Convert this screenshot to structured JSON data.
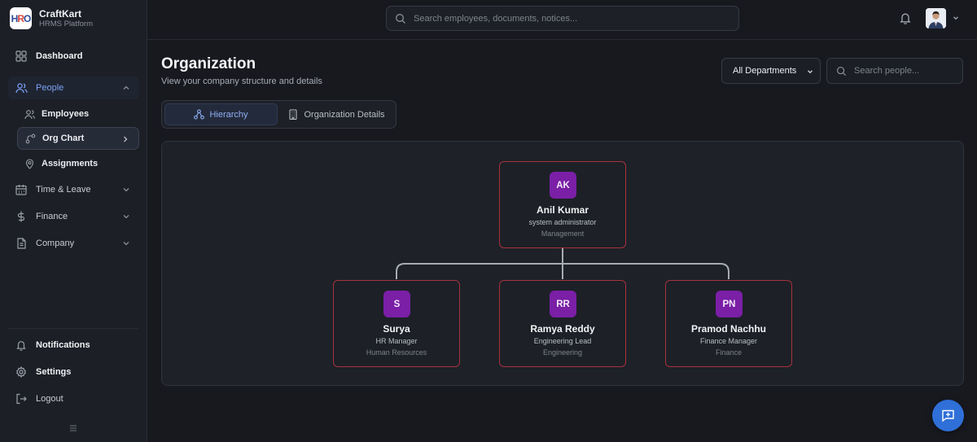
{
  "brand": {
    "logo": "HRO",
    "name": "CraftKart",
    "subtitle": "HRMS Platform"
  },
  "sidebar": {
    "items": [
      {
        "label": "Dashboard",
        "icon": "grid-icon"
      },
      {
        "label": "People",
        "icon": "users-icon",
        "expanded": true
      },
      {
        "label": "Time & Leave",
        "icon": "calendar-icon"
      },
      {
        "label": "Finance",
        "icon": "dollar-icon"
      },
      {
        "label": "Company",
        "icon": "document-icon"
      }
    ],
    "people_sub": [
      {
        "label": "Employees",
        "icon": "user-icon"
      },
      {
        "label": "Org Chart",
        "icon": "org-chart-icon",
        "active": true
      },
      {
        "label": "Assignments",
        "icon": "map-pin-icon"
      }
    ],
    "bottom": [
      {
        "label": "Notifications",
        "icon": "bell-icon"
      },
      {
        "label": "Settings",
        "icon": "gear-icon"
      },
      {
        "label": "Logout",
        "icon": "logout-icon"
      }
    ]
  },
  "topbar": {
    "search_placeholder": "Search employees, documents, notices..."
  },
  "page": {
    "title": "Organization",
    "subtitle": "View your company structure and details",
    "department_filter": "All Departments",
    "people_search_placeholder": "Search people..."
  },
  "tabs": [
    {
      "label": "Hierarchy",
      "active": true
    },
    {
      "label": "Organization Details",
      "active": false
    }
  ],
  "org": {
    "root": {
      "initials": "AK",
      "name": "Anil Kumar",
      "role": "system administrator",
      "department": "Management"
    },
    "children": [
      {
        "initials": "S",
        "name": "Surya",
        "role": "HR Manager",
        "department": "Human Resources"
      },
      {
        "initials": "RR",
        "name": "Ramya Reddy",
        "role": "Engineering Lead",
        "department": "Engineering"
      },
      {
        "initials": "PN",
        "name": "Pramod Nachhu",
        "role": "Finance Manager",
        "department": "Finance"
      }
    ]
  },
  "colors": {
    "accent": "#7aa2f7",
    "card_border": "#a8323c",
    "badge": "#7a1fa6",
    "fab": "#2f6fd8"
  }
}
